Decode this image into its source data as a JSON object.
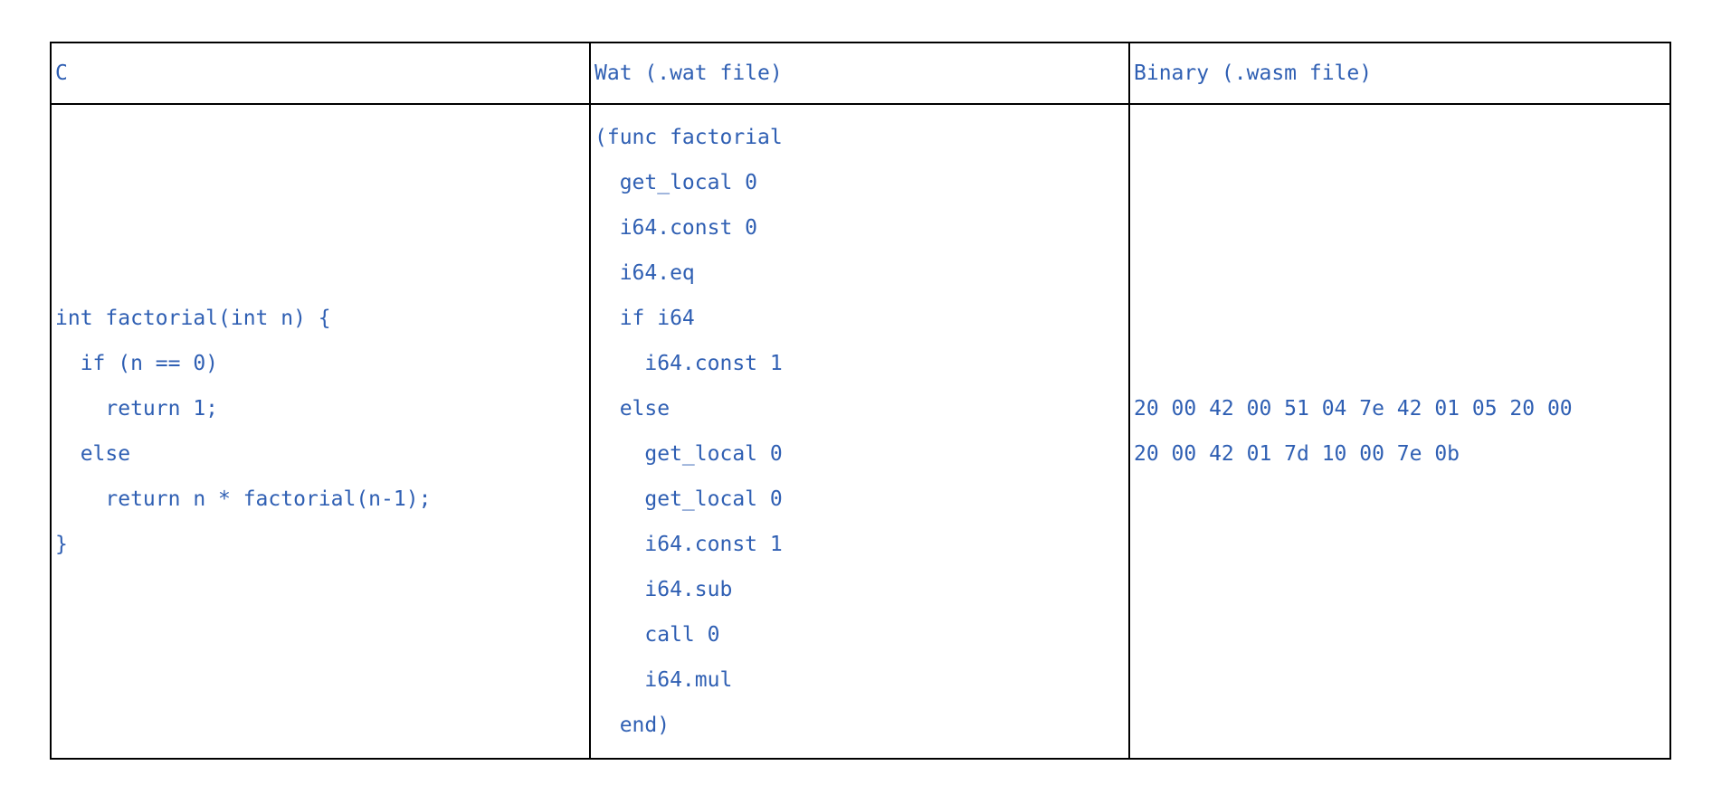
{
  "page": {
    "background": "#ffffff"
  },
  "table": {
    "border_color": "#000000",
    "text_color": "#2f5fb3",
    "columns": [
      {
        "header": "C",
        "code": "int factorial(int n) {\n  if (n == 0)\n    return 1;\n  else\n    return n * factorial(n-1);\n}"
      },
      {
        "header": "Wat (.wat file)",
        "code": "(func factorial\n  get_local 0\n  i64.const 0\n  i64.eq\n  if i64\n    i64.const 1\n  else\n    get_local 0\n    get_local 0\n    i64.const 1\n    i64.sub\n    call 0\n    i64.mul\n  end)"
      },
      {
        "header": "Binary (.wasm file)",
        "code": "20 00 42 00 51 04 7e 42 01 05 20 00\n20 00 42 01 7d 10 00 7e 0b"
      }
    ]
  }
}
